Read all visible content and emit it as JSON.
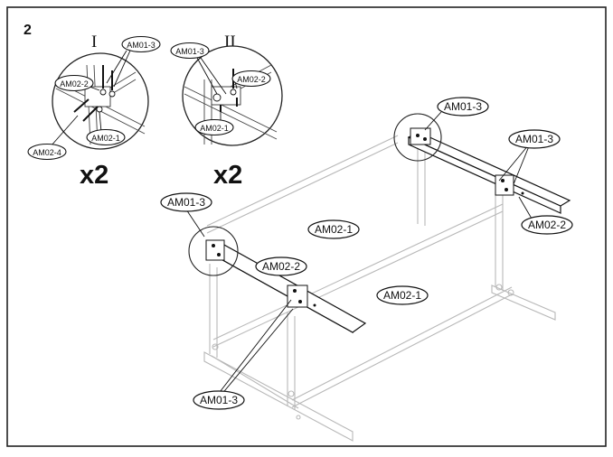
{
  "step": "2",
  "details": [
    {
      "roman": "I",
      "multiplier": "x2",
      "labels": [
        "AM01-3",
        "AM02-2",
        "AM02-4",
        "AM02-1"
      ]
    },
    {
      "roman": "II",
      "multiplier": "x2",
      "labels": [
        "AM01-3",
        "AM02-2",
        "AM02-1"
      ]
    }
  ],
  "callouts": [
    "AM01-3",
    "AM01-3",
    "AM02-1",
    "AM02-2",
    "AM02-1",
    "AM01-3",
    "AM02-2",
    "AM01-3"
  ]
}
